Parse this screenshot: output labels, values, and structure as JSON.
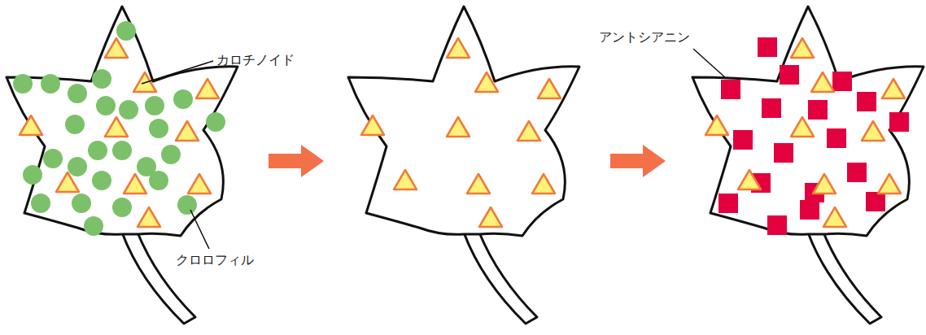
{
  "diagram": {
    "labels": [
      "カロチノイド",
      "クロロフィル",
      "アントシアニン"
    ]
  }
}
